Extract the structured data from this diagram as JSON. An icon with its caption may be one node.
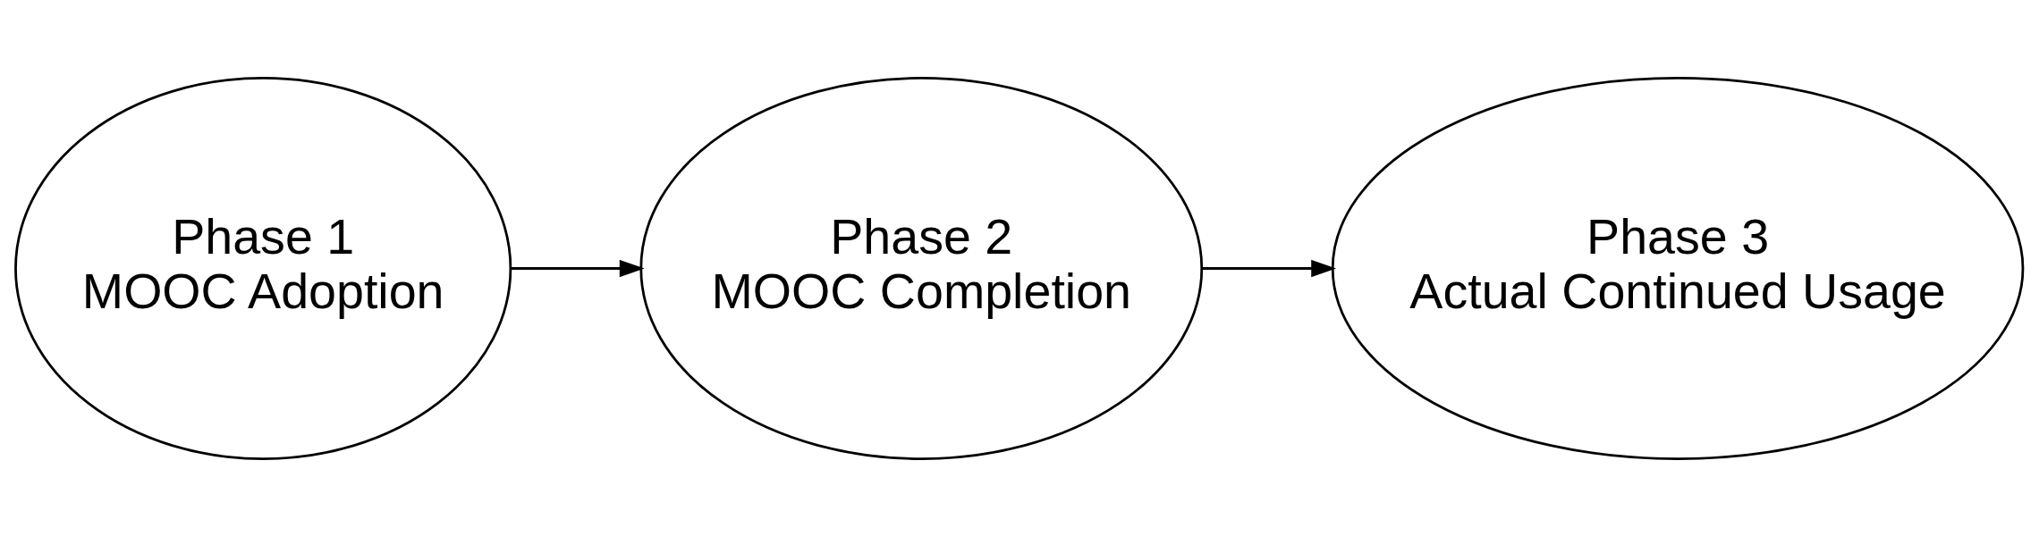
{
  "diagram": {
    "nodes": [
      {
        "text": [
          "Phase 1",
          "MOOC Adoption"
        ]
      },
      {
        "text": [
          "Phase 2",
          "MOOC Completion"
        ]
      },
      {
        "text": [
          "Phase 3",
          "Actual Continued Usage"
        ]
      }
    ],
    "edges": [
      {
        "from": 0,
        "to": 1,
        "arrow": "to"
      },
      {
        "from": 1,
        "to": 2,
        "arrow": "to"
      }
    ]
  }
}
